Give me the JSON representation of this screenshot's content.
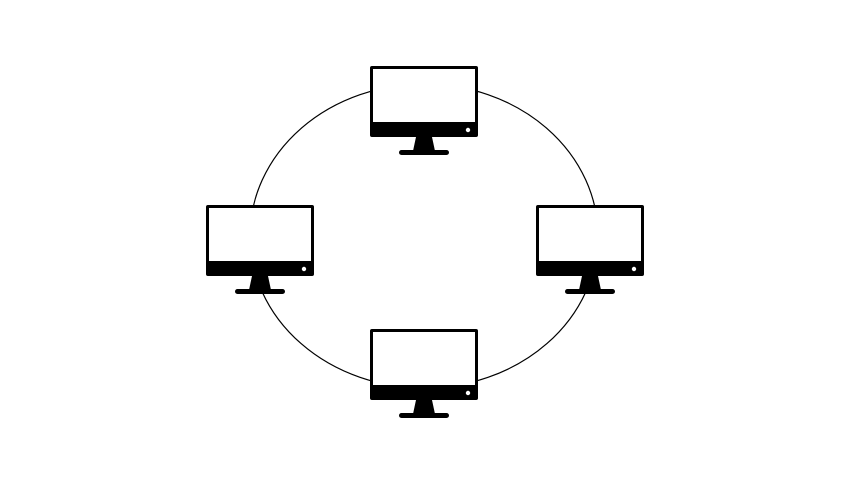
{
  "diagram": {
    "topology": "ring",
    "node_icon": "monitor-icon",
    "node_count": 4,
    "nodes": [
      {
        "id": "top"
      },
      {
        "id": "right"
      },
      {
        "id": "bottom"
      },
      {
        "id": "left"
      }
    ],
    "colors": {
      "background": "#ffffff",
      "stroke": "#000000",
      "screen": "#ffffff"
    }
  }
}
